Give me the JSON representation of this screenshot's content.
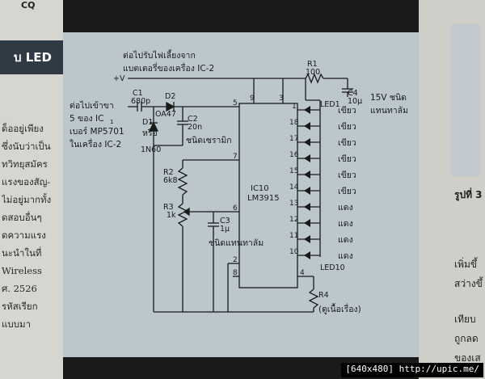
{
  "left_page": {
    "header_top": "CQ",
    "header": "บ LED",
    "lines": [
      "ด็ออยู่เพียง",
      "ซึ่งนับว่าเป็น",
      "ทวิทยุสมัคร",
      "แรงของสัญ-",
      "ไม่อยู่มากทั้ง",
      "ดสอบอื่นๆ",
      "ดความแรง",
      "นะนำในที่",
      "Wireless",
      "ศ. 2526",
      "รหัสเรียก",
      "แบบมา"
    ]
  },
  "diagram": {
    "top_note": [
      "ต่อไปรับไฟเลี้ยงจาก",
      "แบตเตอรี่ของเครื่อง IC-2"
    ],
    "plus_v": "+V",
    "left_note": [
      "ต่อไปเข้าขา",
      "5 ของ IC",
      "เบอร์ MP5701",
      "ในเครื่อง IC-2"
    ],
    "left_note_sub": "1",
    "ic_name": "IC10",
    "ic_part": "LM3915",
    "components": {
      "r1": "R1",
      "r1_val": "100",
      "c1": "C1",
      "c1_val": "680p",
      "d2": "D2",
      "d1": "D1",
      "d_type": "OA47",
      "d_or": "หรือ",
      "d_alt": "1N60",
      "c2": "C2",
      "c2_val": "20n",
      "c2_type": "ชนิดเซรามิก",
      "r2": "R2",
      "r2_val": "6k8",
      "r3": "R3",
      "r3_val": "1k",
      "c3": "C3",
      "c3_val": "1μ",
      "c3_type": "ชนิดแทนทาลัม",
      "c4": "C4",
      "c4_val": "10μ",
      "c4_rating": "15V ชนิด",
      "c4_type": "แทนทาลัม",
      "r4": "R4",
      "r4_note": "(ดูเนื้อเรื่อง)",
      "led1": "LED1",
      "led10": "LED10"
    },
    "pins_left": [
      "5",
      "7",
      "6",
      "2",
      "8"
    ],
    "pins_top": [
      "9",
      "3"
    ],
    "pins_right": [
      "1",
      "18",
      "17",
      "16",
      "15",
      "14",
      "13",
      "12",
      "11",
      "10"
    ],
    "pin_bottom": "4",
    "led_colors": [
      "เขียว",
      "เขียว",
      "เขียว",
      "เขียว",
      "เขียว",
      "เขียว",
      "แดง",
      "แดง",
      "แดง",
      "แดง"
    ]
  },
  "right_page": {
    "figure": "รูปที่ 3",
    "lines": [
      "เพิ่มขึ้",
      "สว่างขึ้",
      "เทียบ",
      "ถูกลด",
      "ของเส"
    ]
  },
  "watermark": "[640x480] http://upic.me/"
}
